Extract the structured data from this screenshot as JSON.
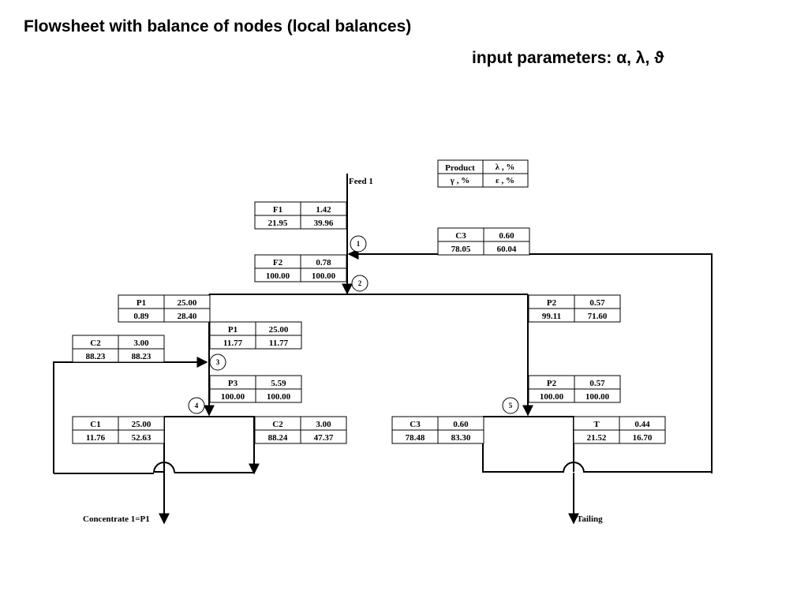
{
  "title": "Flowsheet with balance of nodes  (local balances)",
  "subtitle": "input parameters: α, λ, ϑ",
  "legend": {
    "r1c1": "Product",
    "r1c2": "λ ,  %",
    "r2c1": "γ , %",
    "r2c2": "ε , %"
  },
  "streams": {
    "feed_label": "Feed 1",
    "concentrate_label": "Concentrate 1=P1",
    "tailing_label": "Tailing"
  },
  "nodes": [
    "1",
    "2",
    "3",
    "4",
    "5"
  ],
  "tables": {
    "f1": {
      "name": "F1",
      "lambda": "1.42",
      "gamma": "21.95",
      "eps": "39.96"
    },
    "f2": {
      "name": "F2",
      "lambda": "0.78",
      "gamma": "100.00",
      "eps": "100.00"
    },
    "c3_top": {
      "name": "C3",
      "lambda": "0.60",
      "gamma": "78.05",
      "eps": "60.04"
    },
    "p1_left": {
      "name": "P1",
      "lambda": "25.00",
      "gamma": "0.89",
      "eps": "28.40"
    },
    "p1_mid": {
      "name": "P1",
      "lambda": "25.00",
      "gamma": "11.77",
      "eps": "11.77"
    },
    "c2_left": {
      "name": "C2",
      "lambda": "3.00",
      "gamma": "88.23",
      "eps": "88.23"
    },
    "p3": {
      "name": "P3",
      "lambda": "5.59",
      "gamma": "100.00",
      "eps": "100.00"
    },
    "c1": {
      "name": "C1",
      "lambda": "25.00",
      "gamma": "11.76",
      "eps": "52.63"
    },
    "c2_bot": {
      "name": "C2",
      "lambda": "3.00",
      "gamma": "88.24",
      "eps": "47.37"
    },
    "p2_top": {
      "name": "P2",
      "lambda": "0.57",
      "gamma": "99.11",
      "eps": "71.60"
    },
    "p2_bot": {
      "name": "P2",
      "lambda": "0.57",
      "gamma": "100.00",
      "eps": "100.00"
    },
    "c3_bot": {
      "name": "C3",
      "lambda": "0.60",
      "gamma": "78.48",
      "eps": "83.30"
    },
    "t": {
      "name": "T",
      "lambda": "0.44",
      "gamma": "21.52",
      "eps": "16.70"
    }
  }
}
